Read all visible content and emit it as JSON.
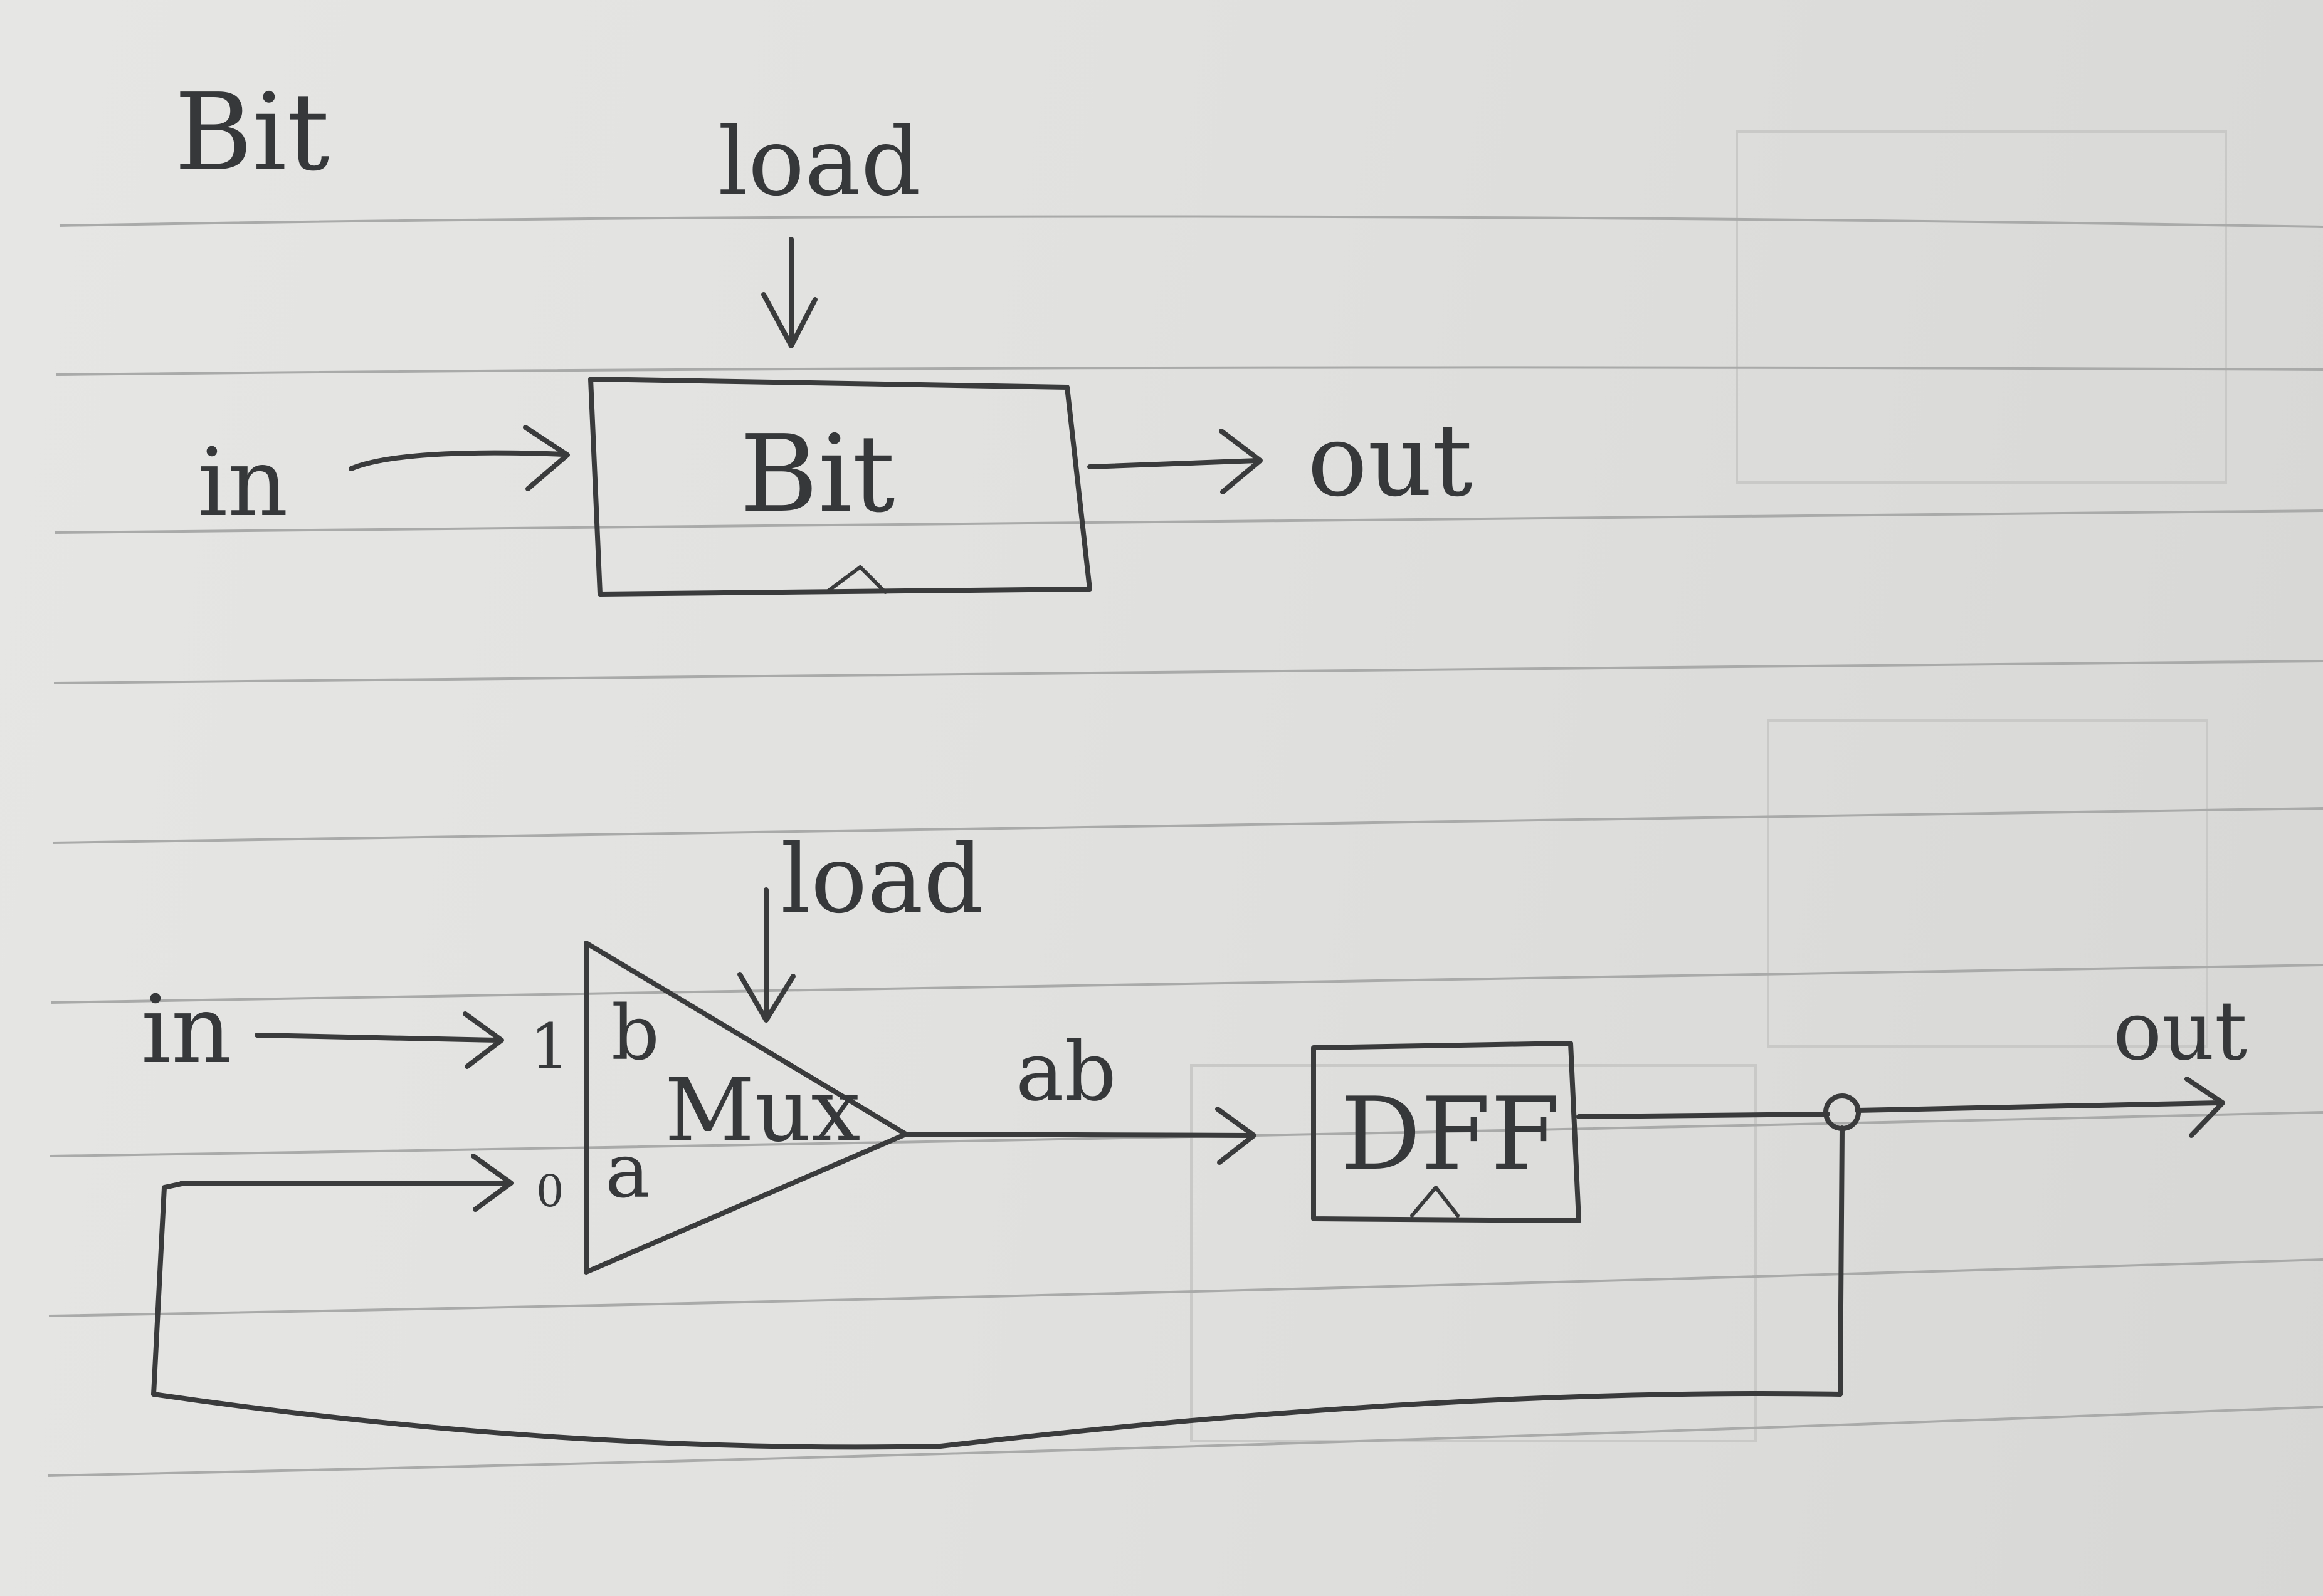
{
  "top": {
    "heading": "Bit",
    "chip_label": "Bit",
    "input_label": "in",
    "load_label": "load",
    "output_label": "out"
  },
  "bottom": {
    "input_label": "in",
    "load_label": "load",
    "mux_label": "Mux",
    "mux_b_label": "b",
    "mux_a_label": "a",
    "mux_sel1_label": "1",
    "mux_sel0_label": "0",
    "wire_ab_label": "ab",
    "dff_label": "DFF",
    "output_label": "out"
  }
}
